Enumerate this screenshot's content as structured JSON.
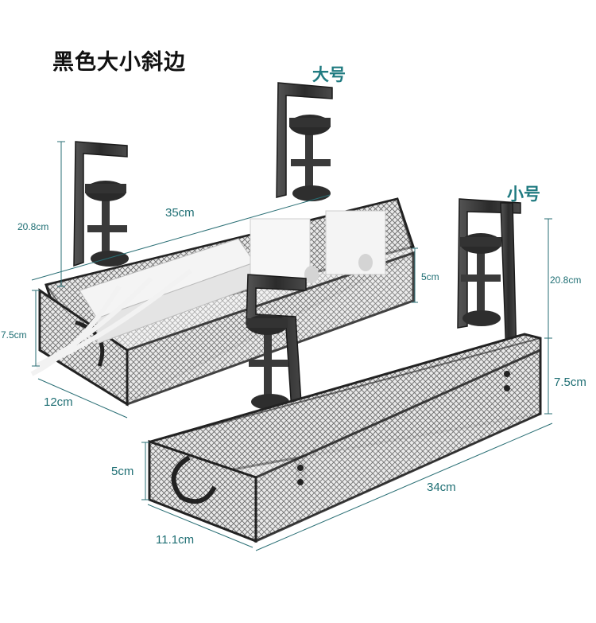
{
  "title": "黑色大小斜边",
  "large": {
    "label": "大号",
    "height_total": "20.8cm",
    "length": "35cm",
    "depth_front": "5cm",
    "height_side": "7.5cm",
    "width": "12cm"
  },
  "small": {
    "label": "小号",
    "height_total": "20.8cm",
    "height_side": "7.5cm",
    "depth_front": "5cm",
    "length": "34cm",
    "width": "11.1cm"
  },
  "colors": {
    "accent": "#1f7a80",
    "metal": "#2a2a2a"
  },
  "icons": [
    "mesh-basket",
    "table-clamp",
    "power-strip"
  ]
}
